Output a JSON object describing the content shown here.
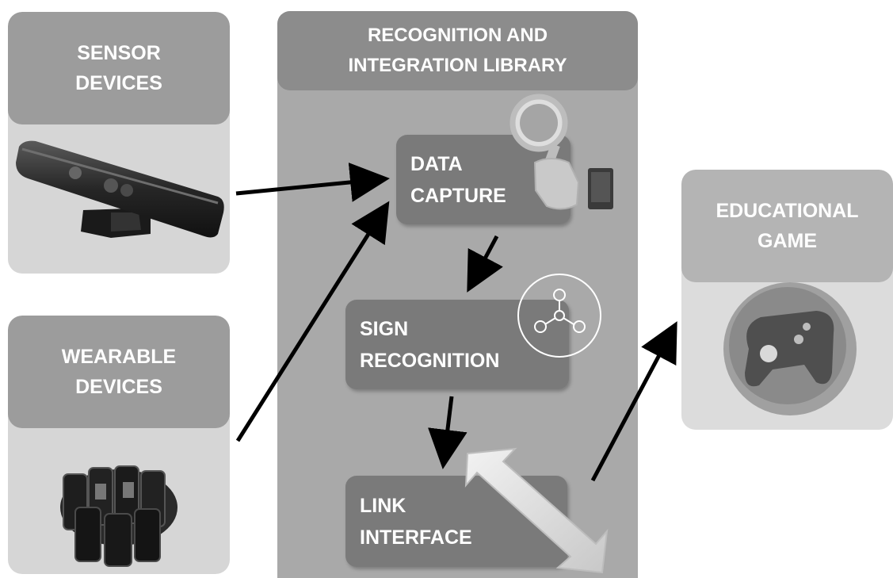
{
  "sensor_devices": {
    "line1": "SENSOR",
    "line2": "DEVICES",
    "image_icon": "kinect-sensor-icon"
  },
  "wearable_devices": {
    "line1": "WEARABLE",
    "line2": "DEVICES",
    "image_icon": "armband-icon"
  },
  "library": {
    "line1": "RECOGNITION AND",
    "line2": "INTEGRATION LIBRARY",
    "steps": [
      {
        "line1": "DATA",
        "line2": "CAPTURE",
        "icon": "magnifier-hand-phone-icon"
      },
      {
        "line1": "SIGN",
        "line2": "RECOGNITION",
        "icon": "network-nodes-icon"
      },
      {
        "line1": "LINK",
        "line2": "INTERFACE",
        "icon": "bidirectional-arrow-icon"
      }
    ]
  },
  "educational_game": {
    "line1": "EDUCATIONAL",
    "line2": "GAME",
    "icon": "gamepad-icon"
  },
  "colors": {
    "header": "#9c9c9c",
    "card": "#d6d6d6",
    "step": "#7a7a7a",
    "library_bg": "#a9a9a9",
    "arrow": "#000000"
  }
}
